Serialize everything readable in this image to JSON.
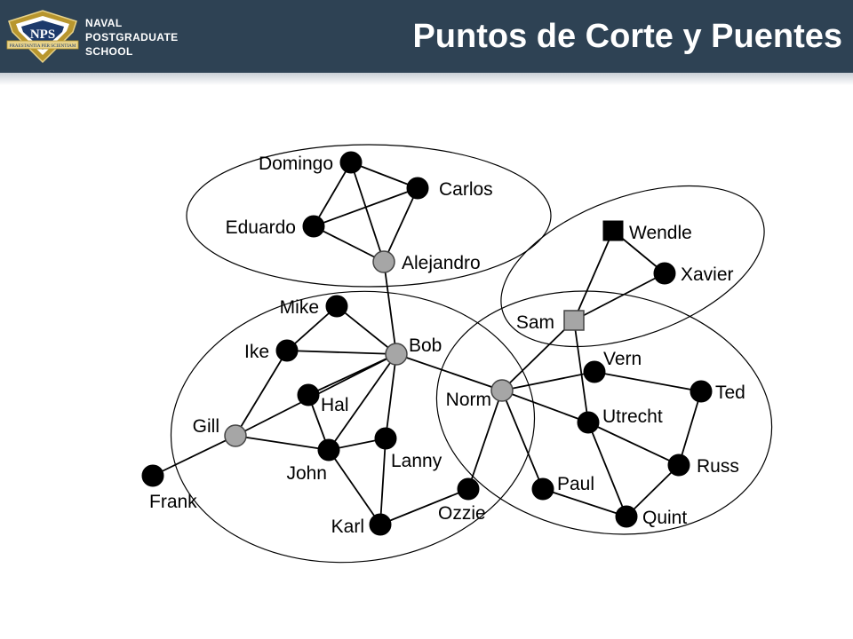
{
  "header": {
    "school_line1": "NAVAL",
    "school_line2": "POSTGRADUATE",
    "school_line3": "SCHOOL",
    "logo_text": "NPS",
    "logo_motto": "PRAESTANTIA PER SCIENTIAM",
    "title": "Puntos de Corte y Puentes",
    "bg_color": "#2e4254"
  },
  "graph": {
    "nodes": [
      {
        "id": "domingo",
        "label": "Domingo",
        "kind": "black"
      },
      {
        "id": "carlos",
        "label": "Carlos",
        "kind": "black"
      },
      {
        "id": "eduardo",
        "label": "Eduardo",
        "kind": "black"
      },
      {
        "id": "alejandro",
        "label": "Alejandro",
        "kind": "gray"
      },
      {
        "id": "mike",
        "label": "Mike",
        "kind": "black"
      },
      {
        "id": "ike",
        "label": "Ike",
        "kind": "black"
      },
      {
        "id": "bob",
        "label": "Bob",
        "kind": "gray"
      },
      {
        "id": "hal",
        "label": "Hal",
        "kind": "black"
      },
      {
        "id": "gill",
        "label": "Gill",
        "kind": "gray"
      },
      {
        "id": "john",
        "label": "John",
        "kind": "black"
      },
      {
        "id": "lanny",
        "label": "Lanny",
        "kind": "black"
      },
      {
        "id": "frank",
        "label": "Frank",
        "kind": "black"
      },
      {
        "id": "karl",
        "label": "Karl",
        "kind": "black"
      },
      {
        "id": "ozzie",
        "label": "Ozzie",
        "kind": "black"
      },
      {
        "id": "norm",
        "label": "Norm",
        "kind": "gray"
      },
      {
        "id": "sam",
        "label": "Sam",
        "kind": "gray-square"
      },
      {
        "id": "wendle",
        "label": "Wendle",
        "kind": "black-square"
      },
      {
        "id": "xavier",
        "label": "Xavier",
        "kind": "black"
      },
      {
        "id": "vern",
        "label": "Vern",
        "kind": "black"
      },
      {
        "id": "ted",
        "label": "Ted",
        "kind": "black"
      },
      {
        "id": "utrecht",
        "label": "Utrecht",
        "kind": "black"
      },
      {
        "id": "russ",
        "label": "Russ",
        "kind": "black"
      },
      {
        "id": "paul",
        "label": "Paul",
        "kind": "black"
      },
      {
        "id": "quint",
        "label": "Quint",
        "kind": "black"
      }
    ],
    "edges": [
      [
        "domingo",
        "carlos"
      ],
      [
        "domingo",
        "eduardo"
      ],
      [
        "domingo",
        "alejandro"
      ],
      [
        "eduardo",
        "carlos"
      ],
      [
        "eduardo",
        "alejandro"
      ],
      [
        "carlos",
        "alejandro"
      ],
      [
        "alejandro",
        "bob"
      ],
      [
        "mike",
        "ike"
      ],
      [
        "mike",
        "bob"
      ],
      [
        "ike",
        "bob"
      ],
      [
        "ike",
        "gill"
      ],
      [
        "bob",
        "hal"
      ],
      [
        "bob",
        "gill"
      ],
      [
        "bob",
        "john"
      ],
      [
        "bob",
        "lanny"
      ],
      [
        "bob",
        "norm"
      ],
      [
        "hal",
        "john"
      ],
      [
        "gill",
        "john"
      ],
      [
        "gill",
        "frank"
      ],
      [
        "john",
        "lanny"
      ],
      [
        "john",
        "karl"
      ],
      [
        "lanny",
        "karl"
      ],
      [
        "karl",
        "ozzie"
      ],
      [
        "norm",
        "ozzie"
      ],
      [
        "norm",
        "sam"
      ],
      [
        "norm",
        "vern"
      ],
      [
        "norm",
        "utrecht"
      ],
      [
        "norm",
        "paul"
      ],
      [
        "sam",
        "wendle"
      ],
      [
        "sam",
        "xavier"
      ],
      [
        "sam",
        "utrecht"
      ],
      [
        "wendle",
        "xavier"
      ],
      [
        "vern",
        "ted"
      ],
      [
        "ted",
        "russ"
      ],
      [
        "utrecht",
        "russ"
      ],
      [
        "utrecht",
        "quint"
      ],
      [
        "russ",
        "quint"
      ],
      [
        "paul",
        "quint"
      ]
    ],
    "node_colors": {
      "black": "#000000",
      "gray": "#a6a6a6"
    }
  }
}
